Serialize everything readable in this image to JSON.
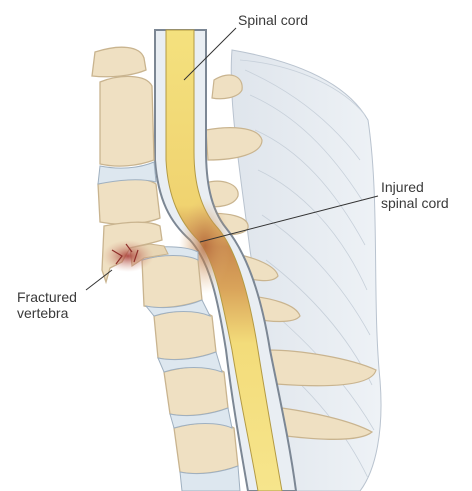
{
  "labels": {
    "spinal_cord": "Spinal cord",
    "injured_line1": "Injured",
    "injured_line2": "spinal cord",
    "fractured_line1": "Fractured",
    "fractured_line2": "vertebra"
  },
  "colors": {
    "bone": "#efe0c2",
    "bone_edge": "#c9b48f",
    "disc": "#dde7ef",
    "cord": "#f3dc7a",
    "cord_injured": "#c98a4e",
    "dura": "#7c8794",
    "muscle": "#e6ebf1",
    "fracture": "#b2453d",
    "leader_line": "#333333"
  }
}
